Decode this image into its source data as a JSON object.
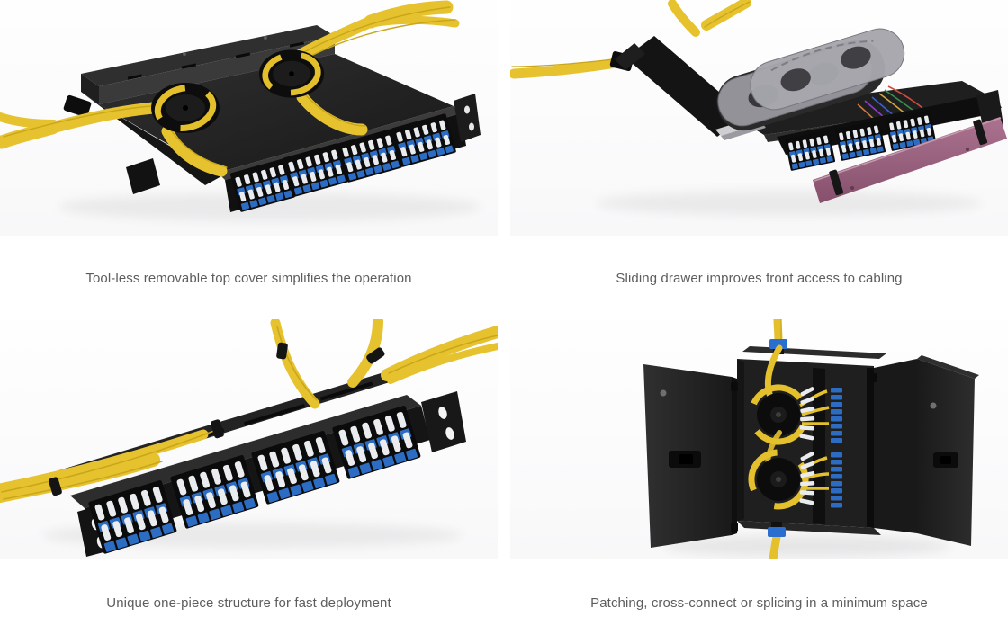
{
  "tiles": [
    {
      "caption": "Tool-less removable top cover simplifies the operation",
      "photo_description": "1U rack-mount fiber enclosure shown with top cover removed: black tray, two round fiber spools wrapped with yellow fiber, yellow cable bundles exiting left and top-right, four front cassettes of blue LC adapters with white connectors"
    },
    {
      "caption": "Sliding drawer improves front access to cabling",
      "photo_description": "1U fiber enclosure with sliding drawer pulled forward: dark top cover slid back, gray splice trays with oval cutouts, colorful fibers to blue LC adapter banks, violet drop-down front panel with black clips, yellow cables exiting top-left"
    },
    {
      "caption": "Unique one-piece structure for fast deployment",
      "photo_description": "One-piece 1U high-density patch panel at an angle: rear cable-management bar, four cassettes of blue LC adapters fully loaded with white-boot connectors, yellow fiber bundles sweeping in from the left and top-right, rack ears with oval holes"
    },
    {
      "caption": "Patching, cross-connect or splicing in a minimum space",
      "photo_description": "Wall-mount fiber terminal box with both doors open: two black fiber spools wound with yellow fiber, fans of white connectors into vertical blue adapter banks, blue cable clips with yellow cables exiting top and bottom"
    }
  ],
  "palette": {
    "tile_background_top": "#fefefe",
    "tile_background_bottom": "#f8f8f9",
    "caption_text": "#5d5d5d",
    "chassis_black": "#1a1a1a",
    "fiber_yellow": "#e5c22e",
    "lc_adapter_blue": "#2c6cc2",
    "connector_white": "#e9ebef",
    "front_panel_violet": "#9c5f7b",
    "splice_tray_gray": "#a0a0a6"
  }
}
